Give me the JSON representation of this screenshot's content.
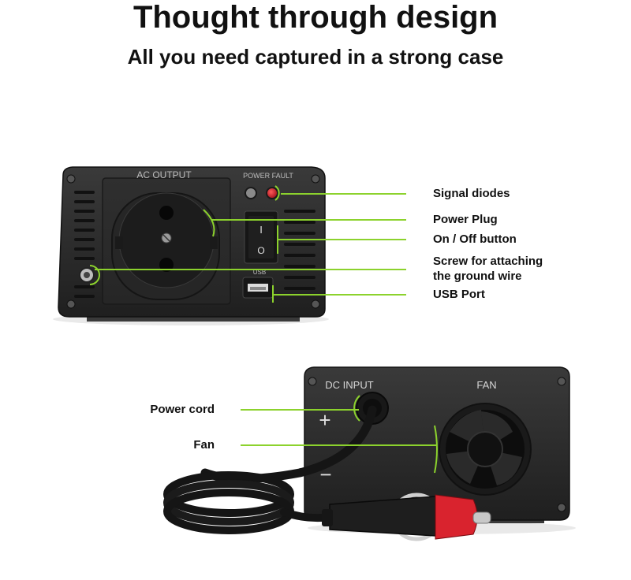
{
  "header": {
    "title": "Thought through design",
    "subtitle": "All you need captured in a strong case"
  },
  "front_panel": {
    "ac_output_label": "AC OUTPUT",
    "power_fault_label": "POWER FAULT",
    "usb_label": "USB",
    "switch_on_mark": "I",
    "switch_off_mark": "O"
  },
  "rear_panel": {
    "dc_input_label": "DC INPUT",
    "fan_label": "FAN",
    "plus_mark": "+",
    "minus_mark": "−"
  },
  "callouts": {
    "signal_diodes": "Signal diodes",
    "power_plug": "Power Plug",
    "on_off_button": "On / Off button",
    "screw_line1": "Screw for attaching",
    "screw_line2": "the ground wire",
    "usb_port": "USB Port",
    "power_cord": "Power cord",
    "fan": "Fan"
  },
  "colors": {
    "accent_green": "#8cd22d",
    "case_dark": "#2b2b2b",
    "plug_red": "#d9232e"
  }
}
